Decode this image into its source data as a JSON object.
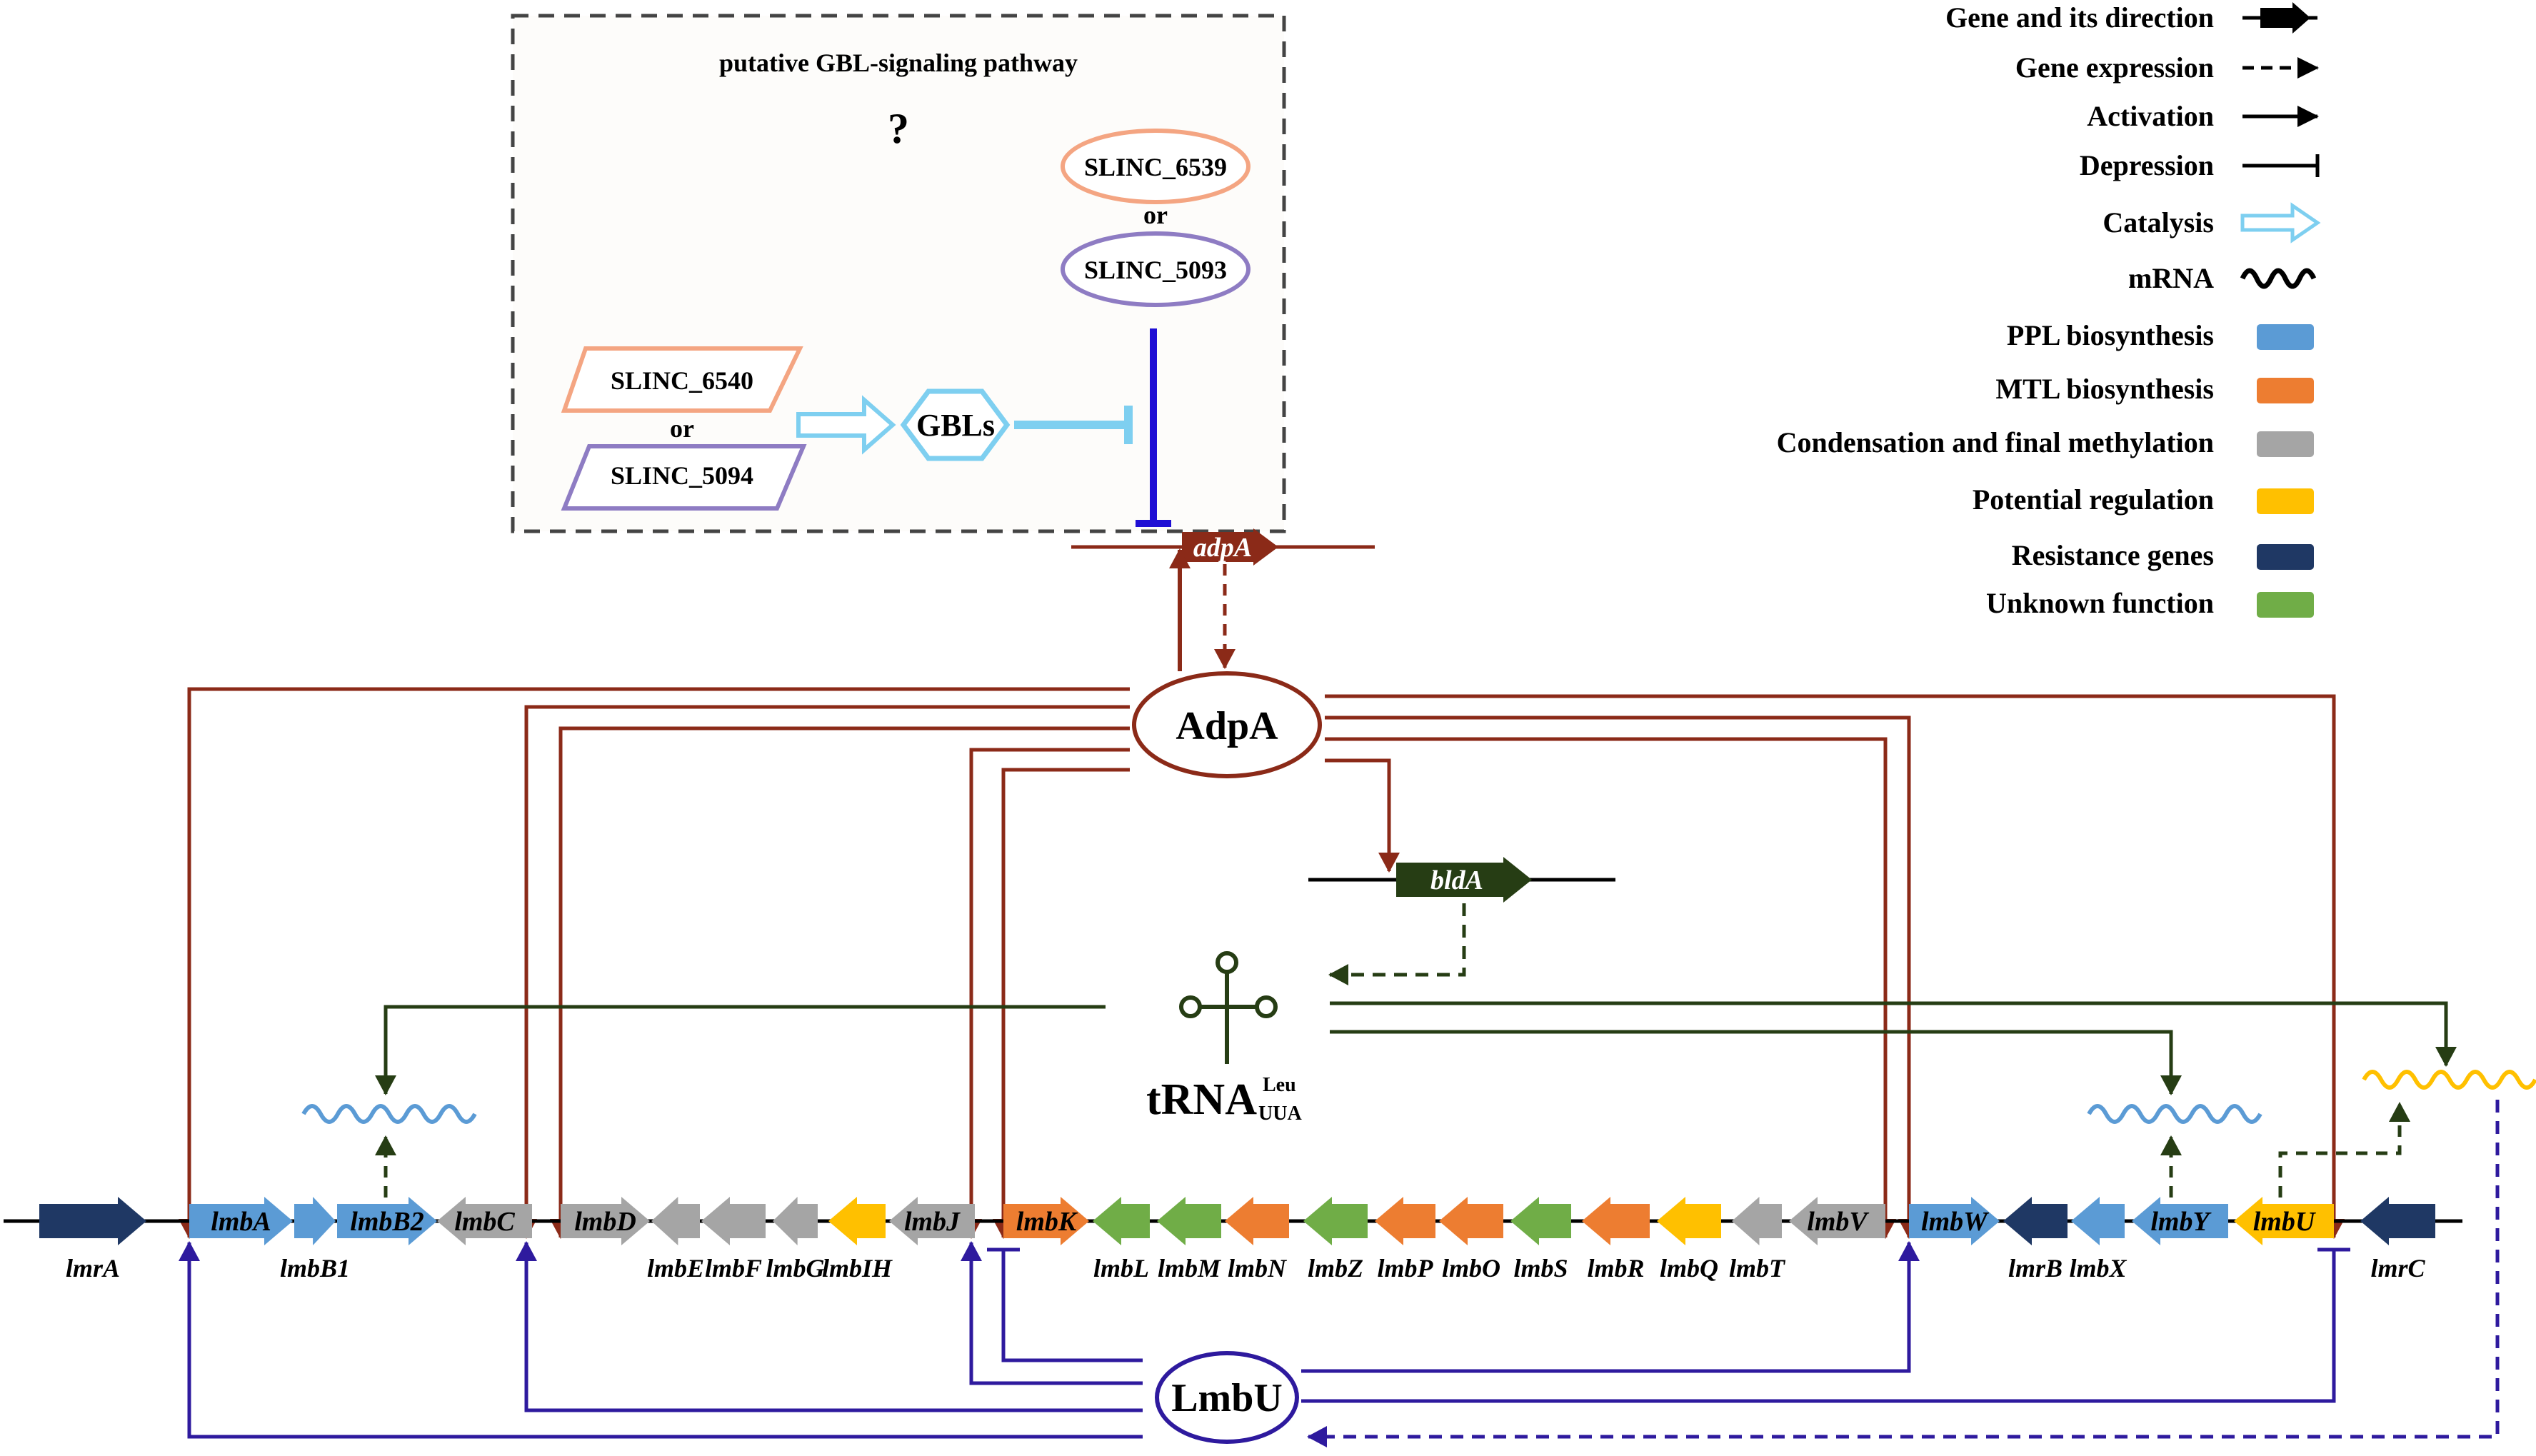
{
  "colors": {
    "ppl": "#5b9bd5",
    "mtl": "#ed7d31",
    "condensation": "#a5a5a5",
    "regulation": "#ffc000",
    "resistance": "#1f3864",
    "unknown": "#70ad47",
    "adpa": "#8b2a18",
    "lmbu": "#2e1a9e",
    "blda": "#263d14",
    "catalysis": "#7ecff0",
    "slinc_orange": "#f4a582",
    "slinc_purple": "#8e7cc3"
  },
  "pathway_box": {
    "title": "putative GBL-signaling pathway",
    "question": "?",
    "slinc_6539": "SLINC_6539",
    "or_top": "or",
    "slinc_5093": "SLINC_5093",
    "slinc_6540": "SLINC_6540",
    "or_left": "or",
    "slinc_5094": "SLINC_5094",
    "gbls": "GBLs"
  },
  "adpa_gene": "adpA",
  "adpa_protein": "AdpA",
  "blda_gene": "bldA",
  "trna": {
    "main": "tRNA",
    "sup": "Leu",
    "sub": "UUA"
  },
  "lmbu_protein": "LmbU",
  "legend": [
    {
      "label": "Gene and its direction",
      "icon": "gene-arrow-icon"
    },
    {
      "label": "Gene expression",
      "icon": "dashed-arrow-icon"
    },
    {
      "label": "Activation",
      "icon": "activation-arrow-icon"
    },
    {
      "label": "Depression",
      "icon": "depression-bar-icon"
    },
    {
      "label": "Catalysis",
      "icon": "catalysis-arrow-icon"
    },
    {
      "label": "mRNA",
      "icon": "mrna-wave-icon"
    },
    {
      "label": "PPL biosynthesis",
      "color": "#5b9bd5"
    },
    {
      "label": "MTL biosynthesis",
      "color": "#ed7d31"
    },
    {
      "label": "Condensation and final methylation",
      "color": "#a5a5a5"
    },
    {
      "label": "Potential regulation",
      "color": "#ffc000"
    },
    {
      "label": "Resistance genes",
      "color": "#1f3864"
    },
    {
      "label": "Unknown function",
      "color": "#70ad47"
    }
  ],
  "genes": {
    "lmrA": "lmrA",
    "lmbA": "lmbA",
    "lmbB1": "lmbB1",
    "lmbB2": "lmbB2",
    "lmbC": "lmbC",
    "lmbD": "lmbD",
    "lmbE": "lmbE",
    "lmbF": "lmbF",
    "lmbG": "lmbG",
    "lmbIH": "lmbIH",
    "lmbJ": "lmbJ",
    "lmbK": "lmbK",
    "lmbL": "lmbL",
    "lmbM": "lmbM",
    "lmbN": "lmbN",
    "lmbZ": "lmbZ",
    "lmbP": "lmbP",
    "lmbO": "lmbO",
    "lmbS": "lmbS",
    "lmbR": "lmbR",
    "lmbQ": "lmbQ",
    "lmbT": "lmbT",
    "lmbV": "lmbV",
    "lmbW": "lmbW",
    "lmrB": "lmrB",
    "lmbX": "lmbX",
    "lmbY": "lmbY",
    "lmbU": "lmbU",
    "lmrC": "lmrC"
  }
}
